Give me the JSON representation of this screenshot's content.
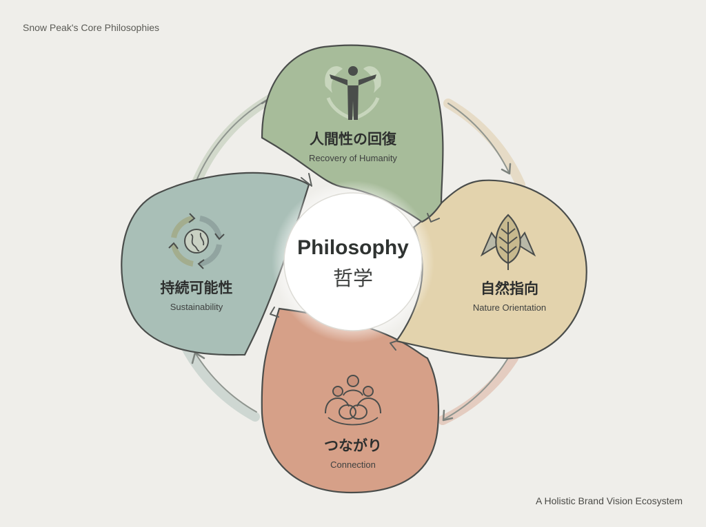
{
  "title": "Snow Peak's Core Philosophies",
  "caption": "A Holistic Brand Vision Ecosystem",
  "center": {
    "en": "Philosophy",
    "jp": "哲学"
  },
  "petals": [
    {
      "key": "humanity",
      "jp": "人間性の回復",
      "en": "Recovery of Humanity",
      "color": "#a7bc9a",
      "icon": "person-icon"
    },
    {
      "key": "nature",
      "jp": "自然指向",
      "en": "Nature Orientation",
      "color": "#e3d3ad",
      "icon": "leaf-mountain-icon"
    },
    {
      "key": "connection",
      "jp": "つながり",
      "en": "Connection",
      "color": "#d6a088",
      "icon": "people-connection-icon"
    },
    {
      "key": "sustainability",
      "jp": "持続可能性",
      "en": "Sustainability",
      "color": "#a9bfb7",
      "icon": "recycle-globe-icon"
    }
  ]
}
